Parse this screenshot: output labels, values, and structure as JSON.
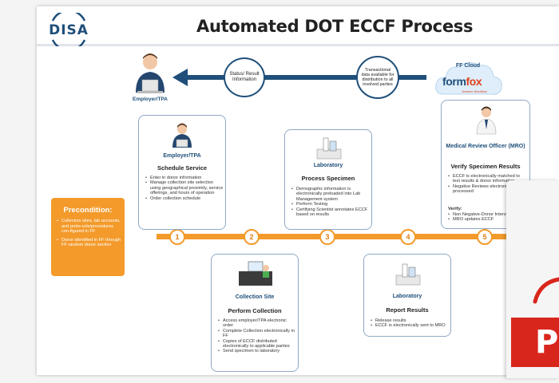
{
  "logo": {
    "text": "DISA"
  },
  "title": "Automated DOT ECCF Process",
  "top_flow": {
    "employer_label": "Employer/TPA",
    "status_bubble": "Status/ Result Information",
    "transactional_bubble": "Transactional data available for distribution to all involved parties",
    "cloud_label": "FF Cloud",
    "formfox_form": "form",
    "formfox_fox": "fox",
    "formfox_tagline": "Smarter Workflow"
  },
  "precondition": {
    "title": "Precondition:",
    "items": [
      "Collection sites, lab accounts, and proto-cols/procedures con-figured in FF",
      "Donor identified in FF through FF random donor section"
    ]
  },
  "steps": [
    {
      "number": "1",
      "role": "Employer/TPA",
      "title": "Schedule Service",
      "items": [
        "Enter in donor information",
        "Manage collection site selection using geographical proximity, service offerings, and hours of operation",
        "Order collection schedule"
      ]
    },
    {
      "number": "2",
      "role": "Collection Site",
      "title": "Perform Collection",
      "items": [
        "Access employer/TPA electronic order",
        "Complete Collection electronically in FF",
        "Copies of ECCF distributed electronically to applicable parties",
        "Send specimen to laboratory"
      ]
    },
    {
      "number": "3",
      "role": "Laboratory",
      "title": "Process Specimen",
      "items": [
        "Demographic information is electronically preloaded into Lab Management system",
        "Perform Testing",
        "Certifying Scientist annotates ECCF based on results"
      ]
    },
    {
      "number": "4",
      "role": "Laboratory",
      "title": "Report Results",
      "items": [
        "Release results",
        "ECCF is electronically sent to MRO"
      ]
    },
    {
      "number": "5",
      "role": "Medical Review Officer (MRO)",
      "title": "Verify Specimen Results",
      "items": [
        "ECCF is electronically matched to test results & donor information",
        "Negative Reviews electronically processed"
      ],
      "verify_label": "Verify:",
      "verify_items": [
        "Non Negative-Donor Interview",
        "MRO updates ECCF"
      ]
    }
  ],
  "colors": {
    "accent": "#f39a2b",
    "navy": "#1f4f7a",
    "red": "#d9261c"
  }
}
